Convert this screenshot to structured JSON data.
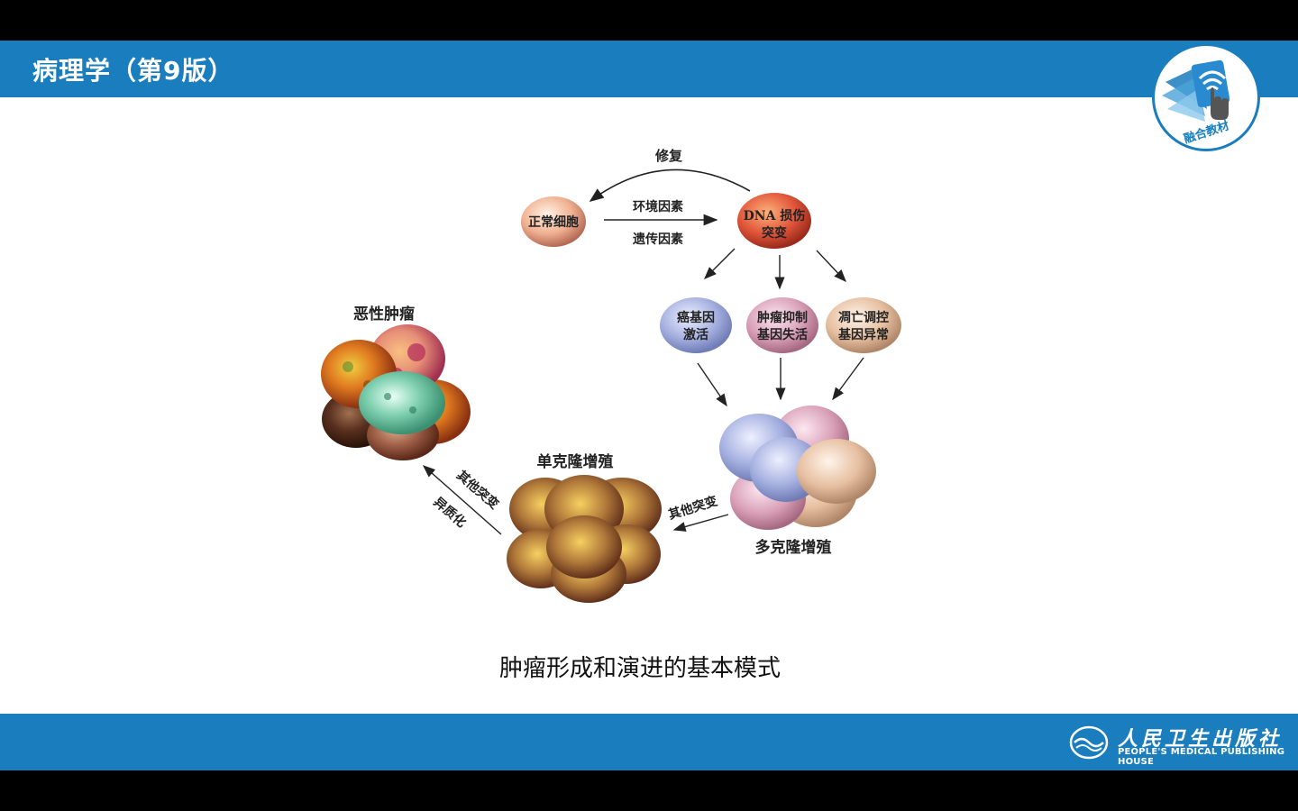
{
  "header": {
    "title": "病理学（第9版）",
    "badge_label": "融合教材"
  },
  "diagram": {
    "normal_cell": "正常细胞",
    "dna_damage_line1": "DNA 损伤",
    "dna_damage_line2": "突变",
    "repair": "修复",
    "env_factors": "环境因素",
    "genetic_factors": "遗传因素",
    "oncogene_line1": "癌基因",
    "oncogene_line2": "激活",
    "suppressor_line1": "肿瘤抑制",
    "suppressor_line2": "基因失活",
    "apoptosis_line1": "凋亡调控",
    "apoptosis_line2": "基因异常",
    "polyclonal": "多克隆增殖",
    "other_mut_1": "其他突变",
    "monoclonal": "单克隆增殖",
    "other_mut_2": "其他突变",
    "heterogeneity": "异质化",
    "malignant": "恶性肿瘤"
  },
  "caption": "肿瘤形成和演进的基本模式",
  "footer": {
    "publisher_cn": "人民卫生出版社",
    "publisher_en": "PEOPLE'S MEDICAL PUBLISHING HOUSE"
  },
  "colors": {
    "brand_blue": "#1a7dbd"
  }
}
